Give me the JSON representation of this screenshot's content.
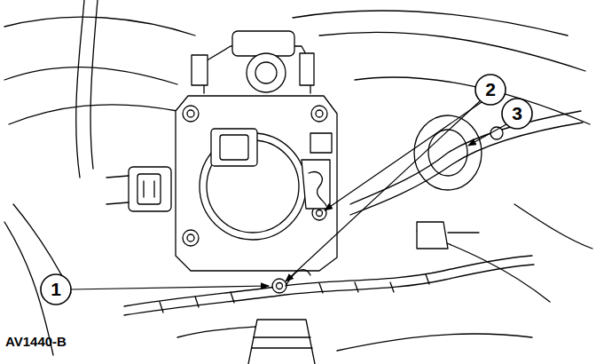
{
  "diagram": {
    "labels": [
      "1",
      "2",
      "3",
      "AV1440-B"
    ]
  }
}
